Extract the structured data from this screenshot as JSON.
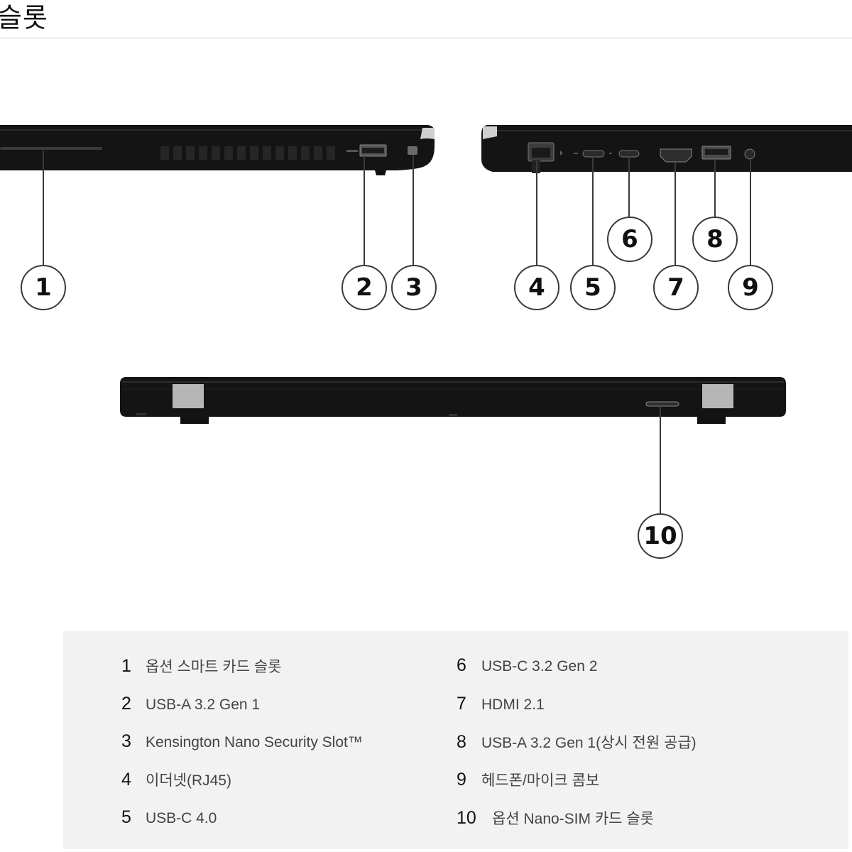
{
  "header": {
    "title": "슬롯"
  },
  "callouts": [
    "1",
    "2",
    "3",
    "4",
    "5",
    "6",
    "7",
    "8",
    "9",
    "10"
  ],
  "legend": {
    "items": [
      {
        "num": "1",
        "text": "옵션 스마트 카드 슬롯"
      },
      {
        "num": "2",
        "text": "USB-A 3.2 Gen 1"
      },
      {
        "num": "3",
        "text": "Kensington Nano Security Slot™"
      },
      {
        "num": "4",
        "text": "이더넷(RJ45)"
      },
      {
        "num": "5",
        "text": "USB-C 4.0"
      },
      {
        "num": "6",
        "text": "USB-C 3.2 Gen 2"
      },
      {
        "num": "7",
        "text": "HDMI 2.1"
      },
      {
        "num": "8",
        "text": "USB-A 3.2 Gen 1(상시 전원 공급)"
      },
      {
        "num": "9",
        "text": "헤드폰/마이크 콤보"
      },
      {
        "num": "10",
        "text": "옵션 Nano-SIM 카드 슬롯"
      }
    ]
  },
  "colors": {
    "laptop_body": "#141414",
    "panel_bg": "#f2f2f2",
    "callout_stroke": "#3a3a3a"
  }
}
